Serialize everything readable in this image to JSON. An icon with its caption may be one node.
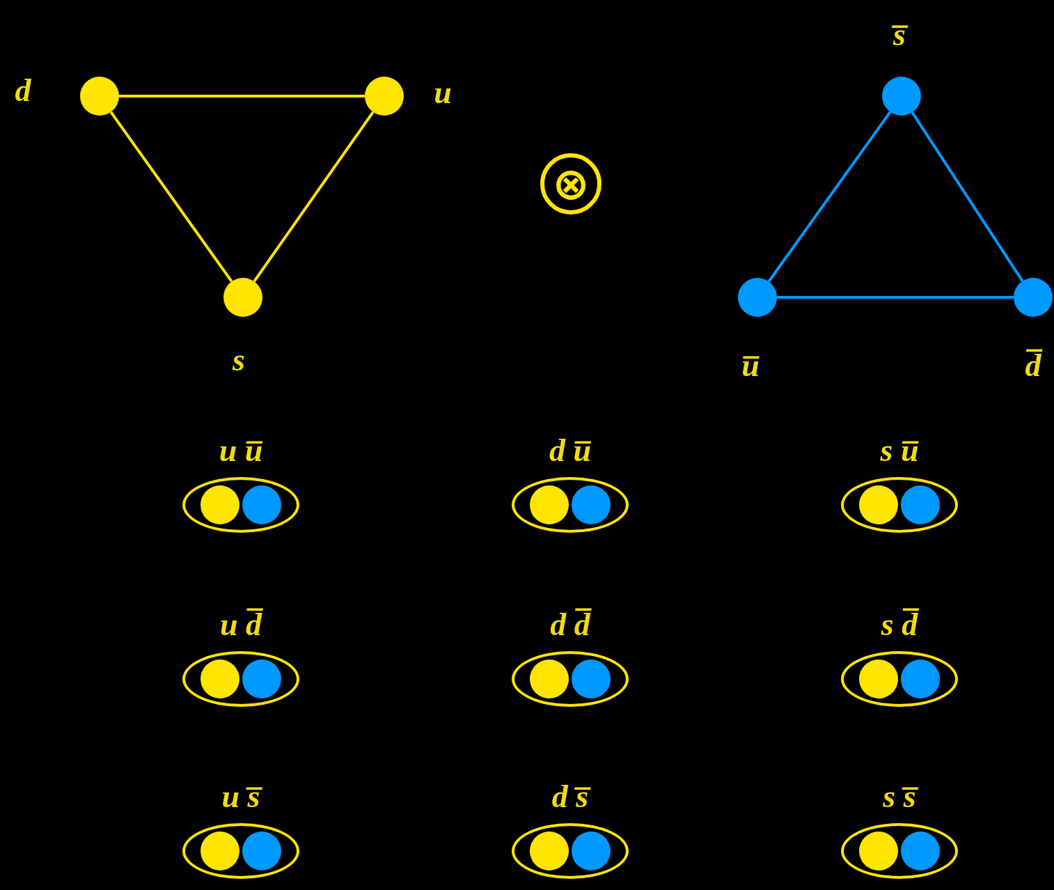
{
  "diagram": {
    "nodes": [
      {
        "text": [],
        "shape": "circle",
        "beside": [
          "d"
        ]
      },
      {
        "text": [],
        "shape": "circle",
        "beside": [
          "u"
        ]
      },
      {
        "text": [],
        "shape": "circle",
        "beside": [
          "s"
        ]
      },
      {
        "text": [],
        "shape": "circle",
        "beside": [
          "s̅"
        ]
      },
      {
        "text": [],
        "shape": "circle",
        "beside": [
          "u̅"
        ]
      },
      {
        "text": [],
        "shape": "circle",
        "beside": [
          "d̅"
        ]
      },
      {
        "text": [
          "u u̅"
        ]
      },
      {
        "text": [
          "d u̅"
        ]
      },
      {
        "text": [
          "s u̅"
        ]
      },
      {
        "text": [
          "u d̅"
        ]
      },
      {
        "text": [
          "d d̅"
        ]
      },
      {
        "text": [
          "s d̅"
        ]
      },
      {
        "text": [
          "u s̅"
        ]
      },
      {
        "text": [
          "d s̅"
        ]
      },
      {
        "text": [
          "s s̅"
        ]
      }
    ],
    "edges": [
      {
        "from": 0,
        "to": 1,
        "arrow": "none",
        "color": "#ffe500"
      },
      {
        "from": 1,
        "to": 2,
        "arrow": "none",
        "color": "#ffe500"
      },
      {
        "from": 2,
        "to": 0,
        "arrow": "none",
        "color": "#ffe500"
      },
      {
        "from": 3,
        "to": 4,
        "arrow": "none",
        "color": "#0099ff"
      },
      {
        "from": 4,
        "to": 5,
        "arrow": "none",
        "color": "#0099ff"
      },
      {
        "from": 5,
        "to": 3,
        "arrow": "none",
        "color": "#0099ff"
      }
    ],
    "labels": [
      "⊗"
    ]
  }
}
